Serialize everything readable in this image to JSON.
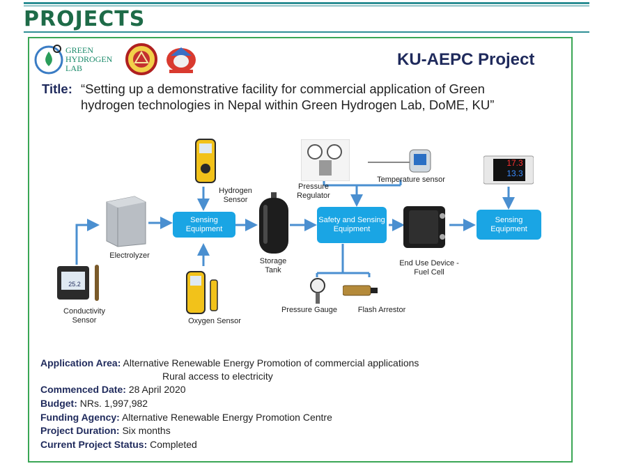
{
  "heading": "PROJECTS",
  "logo": {
    "line1": "GREEN",
    "line2": "HYDROGEN",
    "line3": "LAB"
  },
  "project_name": "KU-AEPC Project",
  "title_label": "Title:",
  "title_text": "“Setting up a demonstrative facility for commercial application of Green hydrogen technologies in Nepal within Green Hydrogen Lab, DoME, KU”",
  "diagram": {
    "sensing_equipment_left": "Sensing Equipment",
    "safety_sensing": "Safety and Sensing Equipment",
    "sensing_equipment_right": "Sensing Equipment",
    "electrolyzer": "Electrolyzer",
    "conductivity_sensor": "Conductivity Sensor",
    "hydrogen_sensor": "Hydrogen Sensor",
    "oxygen_sensor": "Oxygen Sensor",
    "storage_tank": "Storage Tank",
    "pressure_regulator": "Pressure Regulator",
    "temperature_sensor": "Temperature sensor",
    "pressure_gauge": "Pressure Gauge",
    "flash_arrestor": "Flash Arrestor",
    "end_use_device": "End Use Device -Fuel Cell",
    "meter_reading": "25.2",
    "display_top": "17.3",
    "display_bottom": "13.3"
  },
  "details": {
    "application_area_label": "Application Area:",
    "application_area_value": "Alternative Renewable Energy Promotion of commercial applications",
    "application_area_value2": "Rural access to electricity",
    "commenced_label": "Commenced Date:",
    "commenced_value": "28 April 2020",
    "budget_label": "Budget:",
    "budget_value": "NRs. 1,997,982",
    "funding_label": "Funding Agency:",
    "funding_value": "Alternative Renewable Energy Promotion Centre",
    "duration_label": "Project Duration:",
    "duration_value": "Six months",
    "status_label": "Current Project Status:",
    "status_value": "Completed"
  },
  "colors": {
    "accent_box": "#1aa5e4",
    "heading": "#1e6b48",
    "frame": "#3aa655",
    "label_navy": "#1f2a5c"
  }
}
